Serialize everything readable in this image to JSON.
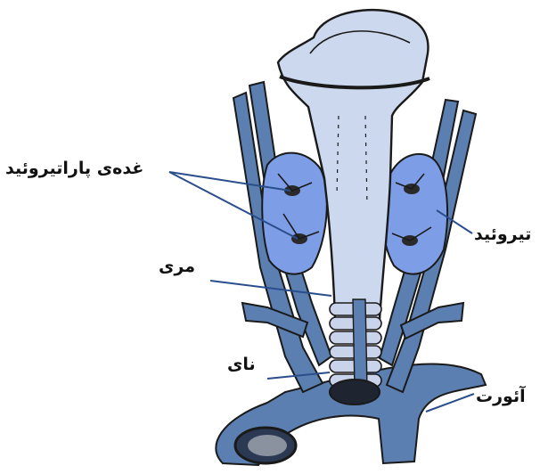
{
  "labels": {
    "parathyroid": "غده‌ی پاراتیروئید",
    "thyroid": "تیروئید",
    "esophagus": "مری",
    "trachea": "نای",
    "aorta": "آئورت"
  },
  "colors": {
    "vessel": "#5b7fb0",
    "thyroid": "#7d9ee6",
    "larynx": "#ccd8ee",
    "outline": "#1a1a1a",
    "leader": "#2a4e8c"
  }
}
